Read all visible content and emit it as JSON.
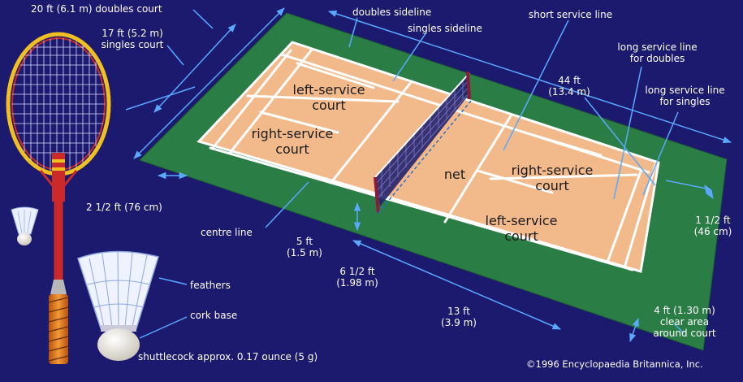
{
  "labels": {
    "doubles_court": "20 ft (6.1 m) doubles court",
    "doubles_sideline": "doubles sideline",
    "short_service_line": "short service line",
    "singles_sideline": "singles sideline",
    "singles_court_1": "17 ft (5.2 m)",
    "singles_court_2": "singles court",
    "length_1": "44 ft",
    "length_2": "(13.4 m)",
    "long_doubles_1": "long service line",
    "long_doubles_2": "for doubles",
    "long_singles_1": "long service line",
    "long_singles_2": "for singles",
    "left_service_top_1": "left-service",
    "left_service_top_2": "court",
    "right_service_left_1": "right-service",
    "right_service_left_2": "court",
    "net": "net",
    "right_service_right_1": "right-service",
    "right_service_right_2": "court",
    "left_service_bottom_1": "left-service",
    "left_service_bottom_2": "court",
    "back_margin": "2 1/2 ft (76 cm)",
    "centre_line": "centre line",
    "net_post_1": "5 ft",
    "net_post_2": "(1.5 m)",
    "short_service_dist_1": "6 1/2 ft",
    "short_service_dist_2": "(1.98 m)",
    "half_court_1": "13 ft",
    "half_court_2": "(3.9 m)",
    "end_margin_1": "1 1/2 ft",
    "end_margin_2": "(46 cm)",
    "clear_area_1": "4 ft (1.30 m)",
    "clear_area_2": "clear area",
    "clear_area_3": "around court",
    "feathers": "feathers",
    "cork_base": "cork base",
    "shuttlecock": "shuttlecock approx. 0.17 ounce (5 g)",
    "copyright": "©1996 Encyclopaedia Britannica, Inc."
  },
  "colors": {
    "background": "#1c1a6e",
    "clear_area": "#2a7d45",
    "court": "#f2b98a",
    "court_lines": "#ffffff",
    "dimension_lines": "#5aa9ff",
    "racket_frame": "#f0c020",
    "racket_shaft": "#cc2a2a",
    "racket_grip": "#e07a1a",
    "net_post": "#8a1a3a"
  }
}
